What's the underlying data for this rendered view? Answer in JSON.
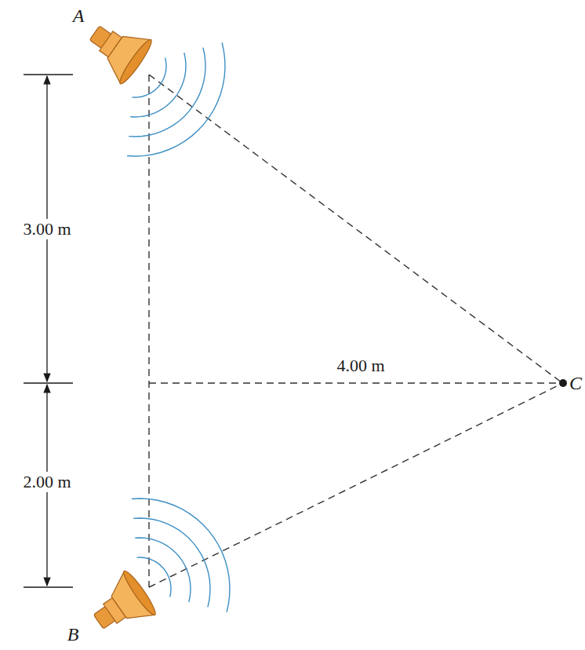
{
  "diagram": {
    "labels": [
      "A",
      "3.00 m",
      "4.00 m",
      "C",
      "2.00 m",
      "B"
    ]
  }
}
